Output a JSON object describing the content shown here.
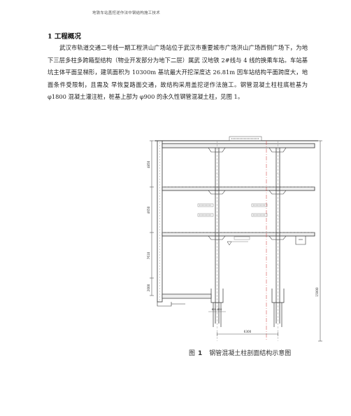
{
  "header": {
    "text": "地铁车站盖挖逆作法中钢结构施工技术"
  },
  "section": {
    "title": "1 工程概况"
  },
  "paragraph": {
    "text": "武汉市轨道交通二号线一期工程洪山广场站位于武汉市重要城市广场洪山广场西侧广场下，为地下三层多柱多跨箱型结构（物业开发部分为地下二层）属武 汉地铁 2#线与 4 线的换乘车站。车站基坑主体平面呈梯形，建筑面积为 10300m 基坑最大开挖深度达 26.81m 因车站结构平面跨度大，地面条件受限制，且需及 早恢复路面交通，故结构采用盖挖逆作法施工。钢管混凝土柱柱底桩基为 φ1800 混凝土灌注桩，桩基上部为 φ900 的永久性钢管混凝土柱，见图 1。"
  },
  "figure": {
    "dims_left": [
      "4850",
      "4650",
      "7610",
      "2000"
    ],
    "dims_right": [
      "15000"
    ],
    "dim_bottom": "6300",
    "dim_small": "800 800",
    "caption_label": "图",
    "caption_num": "1",
    "caption_text": "钢管混凝土柱剖面结构示意图"
  }
}
